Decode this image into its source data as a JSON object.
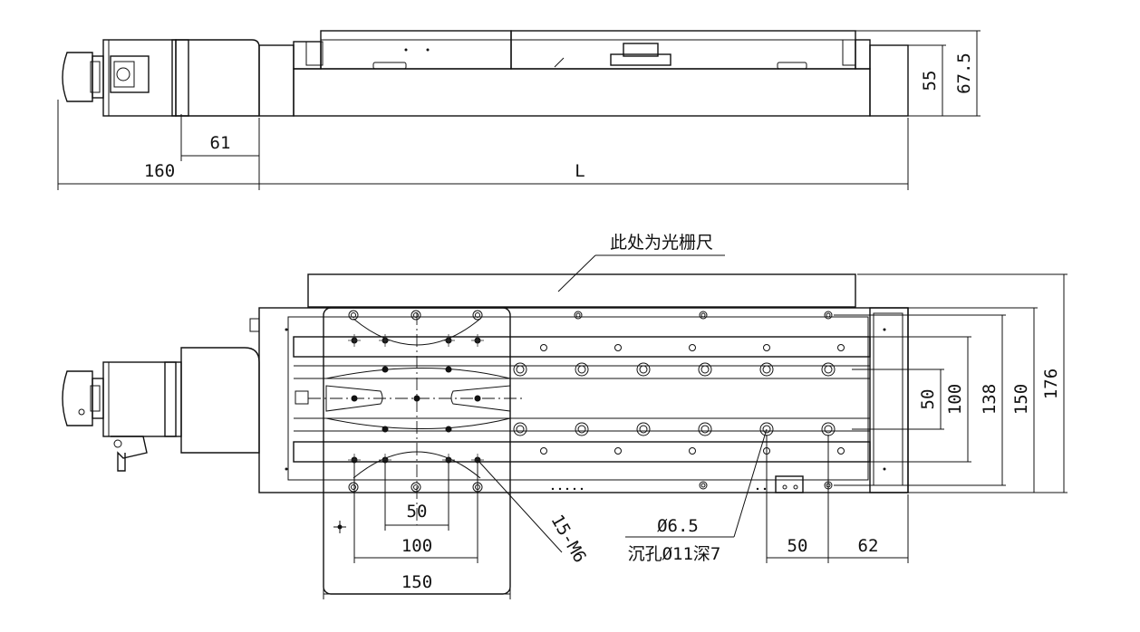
{
  "dimensions": {
    "side_motor_offset": "61",
    "side_motor_length": "160",
    "side_length": "L",
    "side_height_body": "55",
    "side_height_total": "67.5",
    "pitch_50": "50",
    "pitch_100": "100",
    "pitch_150": "150",
    "height_50": "50",
    "height_100": "100",
    "height_138": "138",
    "height_150": "150",
    "height_176": "176",
    "bottom_50": "50",
    "bottom_62": "62"
  },
  "notes": {
    "scale_label": "此处为光栅尺",
    "hole_diameter": "Ø6.5",
    "counterbore": "沉孔Ø11深7",
    "thread_spec": "15-M6"
  }
}
